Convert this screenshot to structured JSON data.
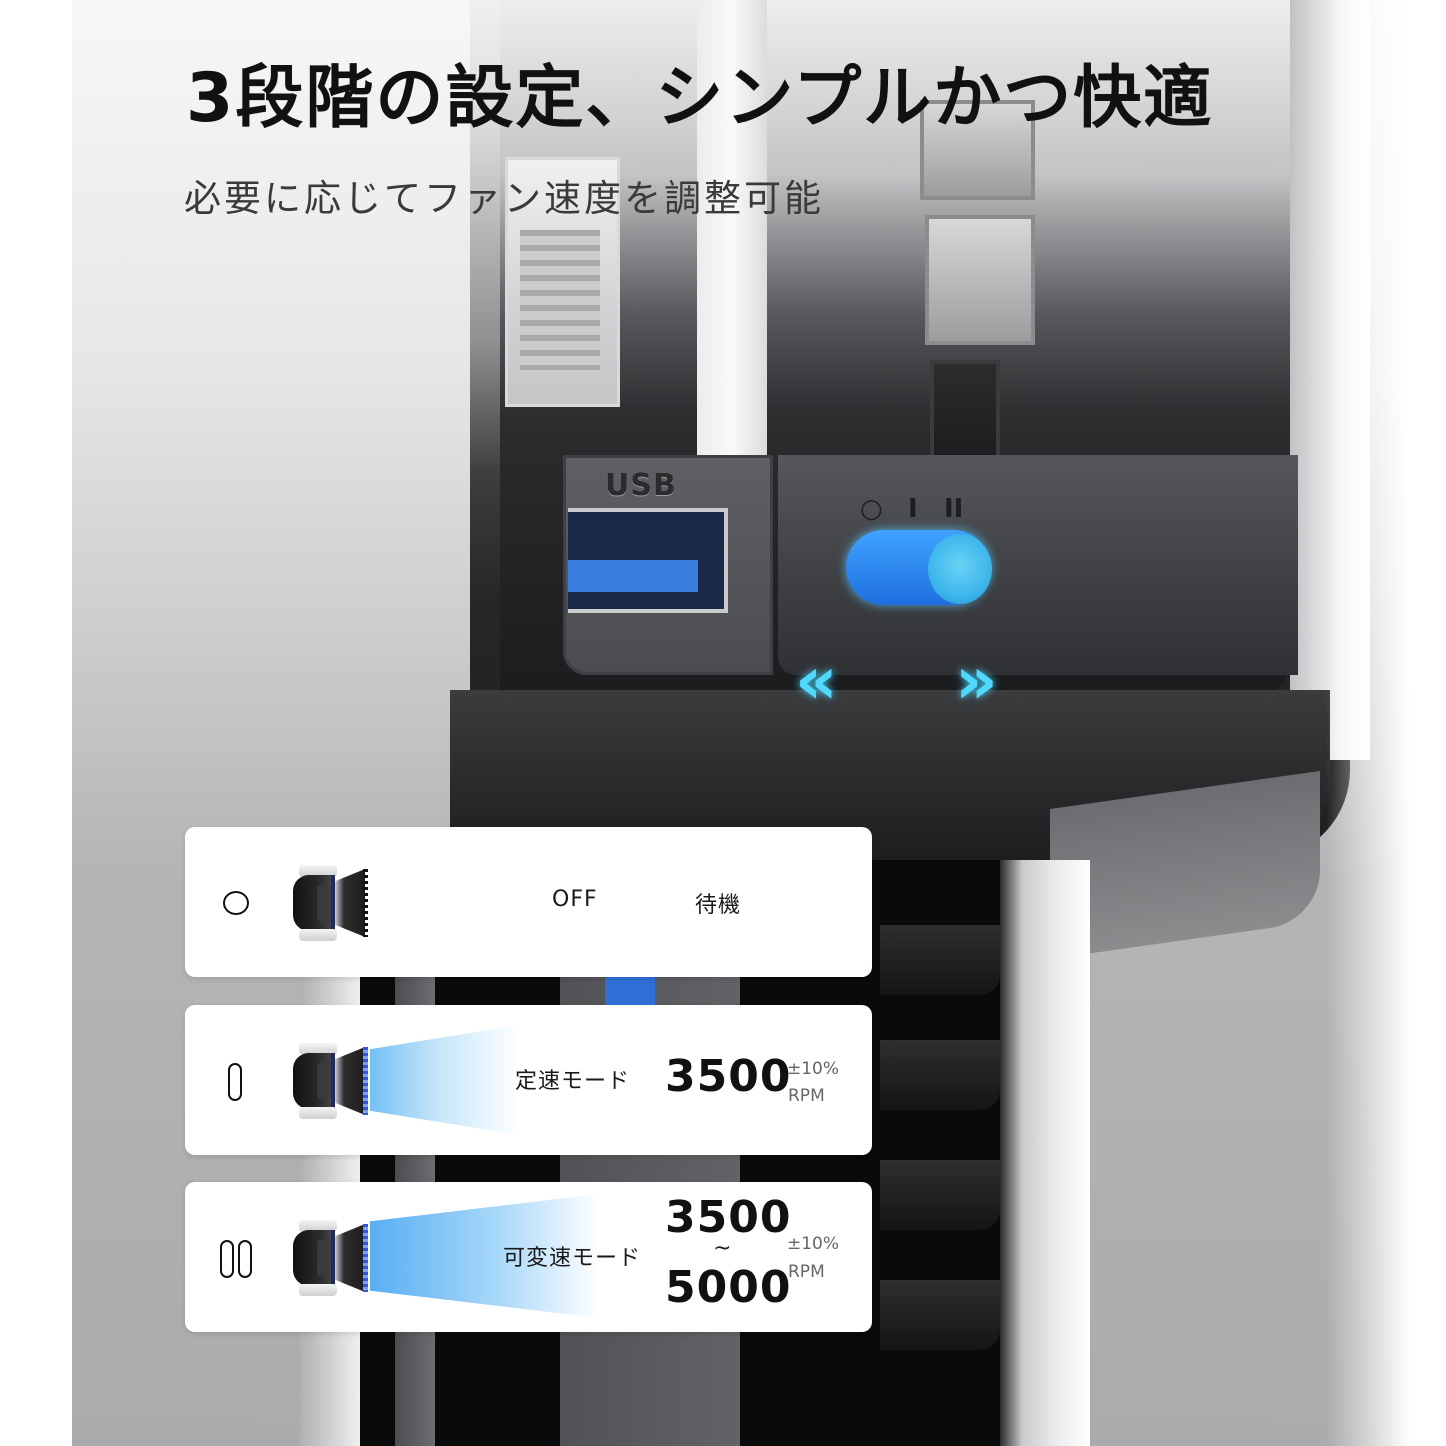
{
  "header": {
    "title": "3段階の設定、シンプルかつ快適",
    "subtitle": "必要に応じてファン速度を調整可能"
  },
  "device": {
    "usb_label": "USB",
    "switch_positions": [
      "○",
      "I",
      "II"
    ],
    "slide_arrows_left": "«",
    "slide_arrows_right": "»",
    "accent_color": "#3db7ea",
    "arrow_color": "#4fd9ff"
  },
  "modes": [
    {
      "symbol": "circle",
      "fan_icon": "fan-idle-icon",
      "name": "OFF",
      "description": "待機"
    },
    {
      "symbol": "single-bar",
      "fan_icon": "fan-airflow-icon",
      "name": "定速モード",
      "rpm": "3500",
      "tolerance": "±10%",
      "unit": "RPM"
    },
    {
      "symbol": "double-bar",
      "fan_icon": "fan-strong-airflow-icon",
      "name": "可変速モード",
      "rpm_min": "3500",
      "range_separator": "~",
      "rpm_max": "5000",
      "tolerance": "±10%",
      "unit": "RPM"
    }
  ]
}
